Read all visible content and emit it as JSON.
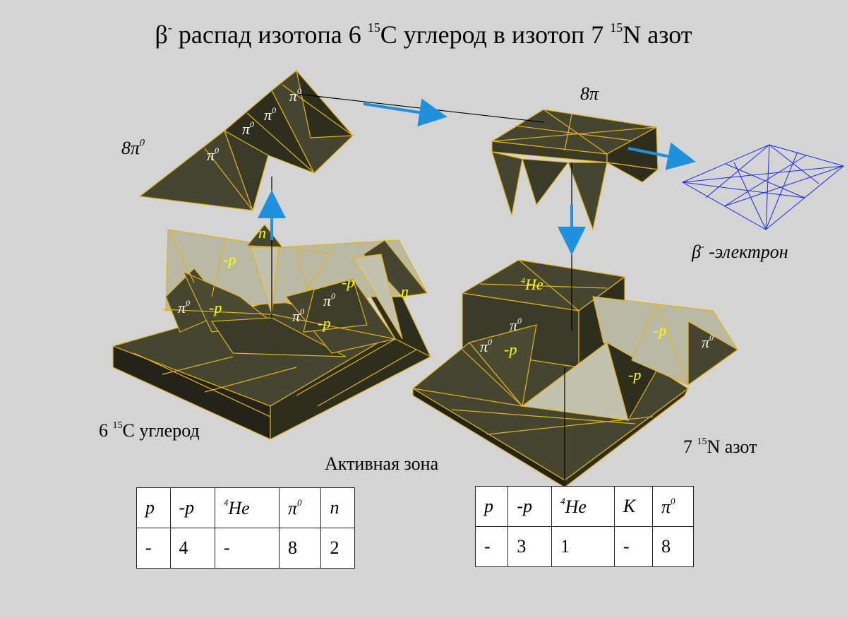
{
  "title": {
    "prefix": "β",
    "minus": "-",
    "text1": " распад изотопа 6 ",
    "mass1": "15",
    "elem1": "C углерод в изотоп 7 ",
    "mass2": "15",
    "elem2": "N азот"
  },
  "labels": {
    "carbon": {
      "pre": "6 ",
      "mass": "15",
      "rest": "C углерод"
    },
    "nitrogen": {
      "pre": "7 ",
      "mass": "15",
      "rest": "N азот"
    },
    "active_zone": "Активная зона",
    "pions_neutral": "8π",
    "pions_neutral_sup": "0",
    "pions_charged": "8π",
    "beta_electron": {
      "beta": "β",
      "minus": "-",
      "rest": " -электрон"
    }
  },
  "tags": {
    "pi0": "π",
    "pi0_sup": "0",
    "anti_p": "-p",
    "n": "n",
    "he": "He",
    "he_sup": "4"
  },
  "colors": {
    "background": "#d4d4d4",
    "dark_face": "#454530",
    "dark_face_shade": "#2e2e1e",
    "light_face": "#b9b9a4",
    "edge": "#e3b21c",
    "arrow": "#1e90dc",
    "electron": "#1a2cf0",
    "tag_yellow": "#ffff00",
    "tag_white": "#ffffff"
  },
  "table_left": {
    "headers": [
      "p",
      "-p",
      "He",
      "π",
      "n"
    ],
    "header_sups": [
      "",
      "",
      "4",
      "0",
      ""
    ],
    "values": [
      "-",
      "4",
      "-",
      "8",
      "2"
    ]
  },
  "table_right": {
    "headers": [
      "p",
      "-p",
      "He",
      "K",
      "π"
    ],
    "header_sups": [
      "",
      "",
      "4",
      "",
      "0"
    ],
    "values": [
      "-",
      "3",
      "1",
      "-",
      "8"
    ]
  }
}
